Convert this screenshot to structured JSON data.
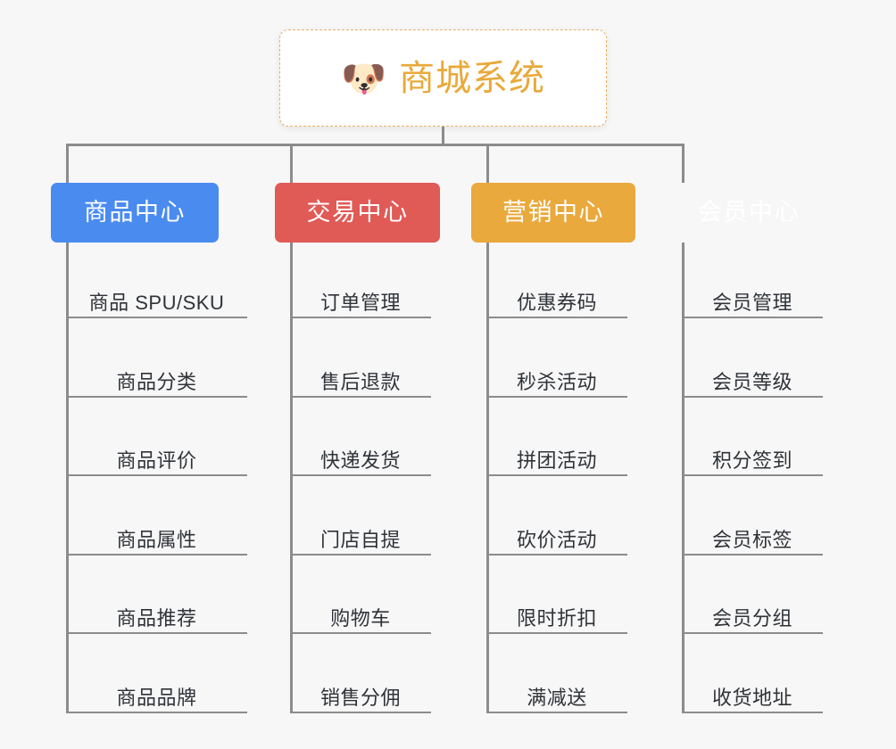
{
  "diagram": {
    "type": "tree-mindmap",
    "root": {
      "icon": "dog-face-icon",
      "emoji": "🐶",
      "title": "商城系统"
    },
    "branches": [
      {
        "id": "product-center",
        "label": "商品中心",
        "color": "#4a8bf0",
        "items": [
          "商品 SPU/SKU",
          "商品分类",
          "商品评价",
          "商品属性",
          "商品推荐",
          "商品品牌"
        ]
      },
      {
        "id": "trade-center",
        "label": "交易中心",
        "color": "#e05a56",
        "items": [
          "订单管理",
          "售后退款",
          "快递发货",
          "门店自提",
          "购物车",
          "销售分佣"
        ]
      },
      {
        "id": "marketing-center",
        "label": "营销中心",
        "color": "#eaa93c",
        "items": [
          "优惠券码",
          "秒杀活动",
          "拼团活动",
          "砍价活动",
          "限时折扣",
          "满减送"
        ]
      },
      {
        "id": "member-center",
        "label": "会员中心",
        "color": "#77c council",
        "items": [
          "会员管理",
          "会员等级",
          "积分签到",
          "会员标签",
          "会员分组",
          "收货地址"
        ]
      }
    ],
    "colors": {
      "background": "#f7f7f7",
      "connector": "#8c8c8c",
      "root_border": "#e8b067",
      "root_title": "#e8a93a",
      "leaf_text": "#2f3338",
      "leaf_rule": "#8c8c8c"
    }
  }
}
